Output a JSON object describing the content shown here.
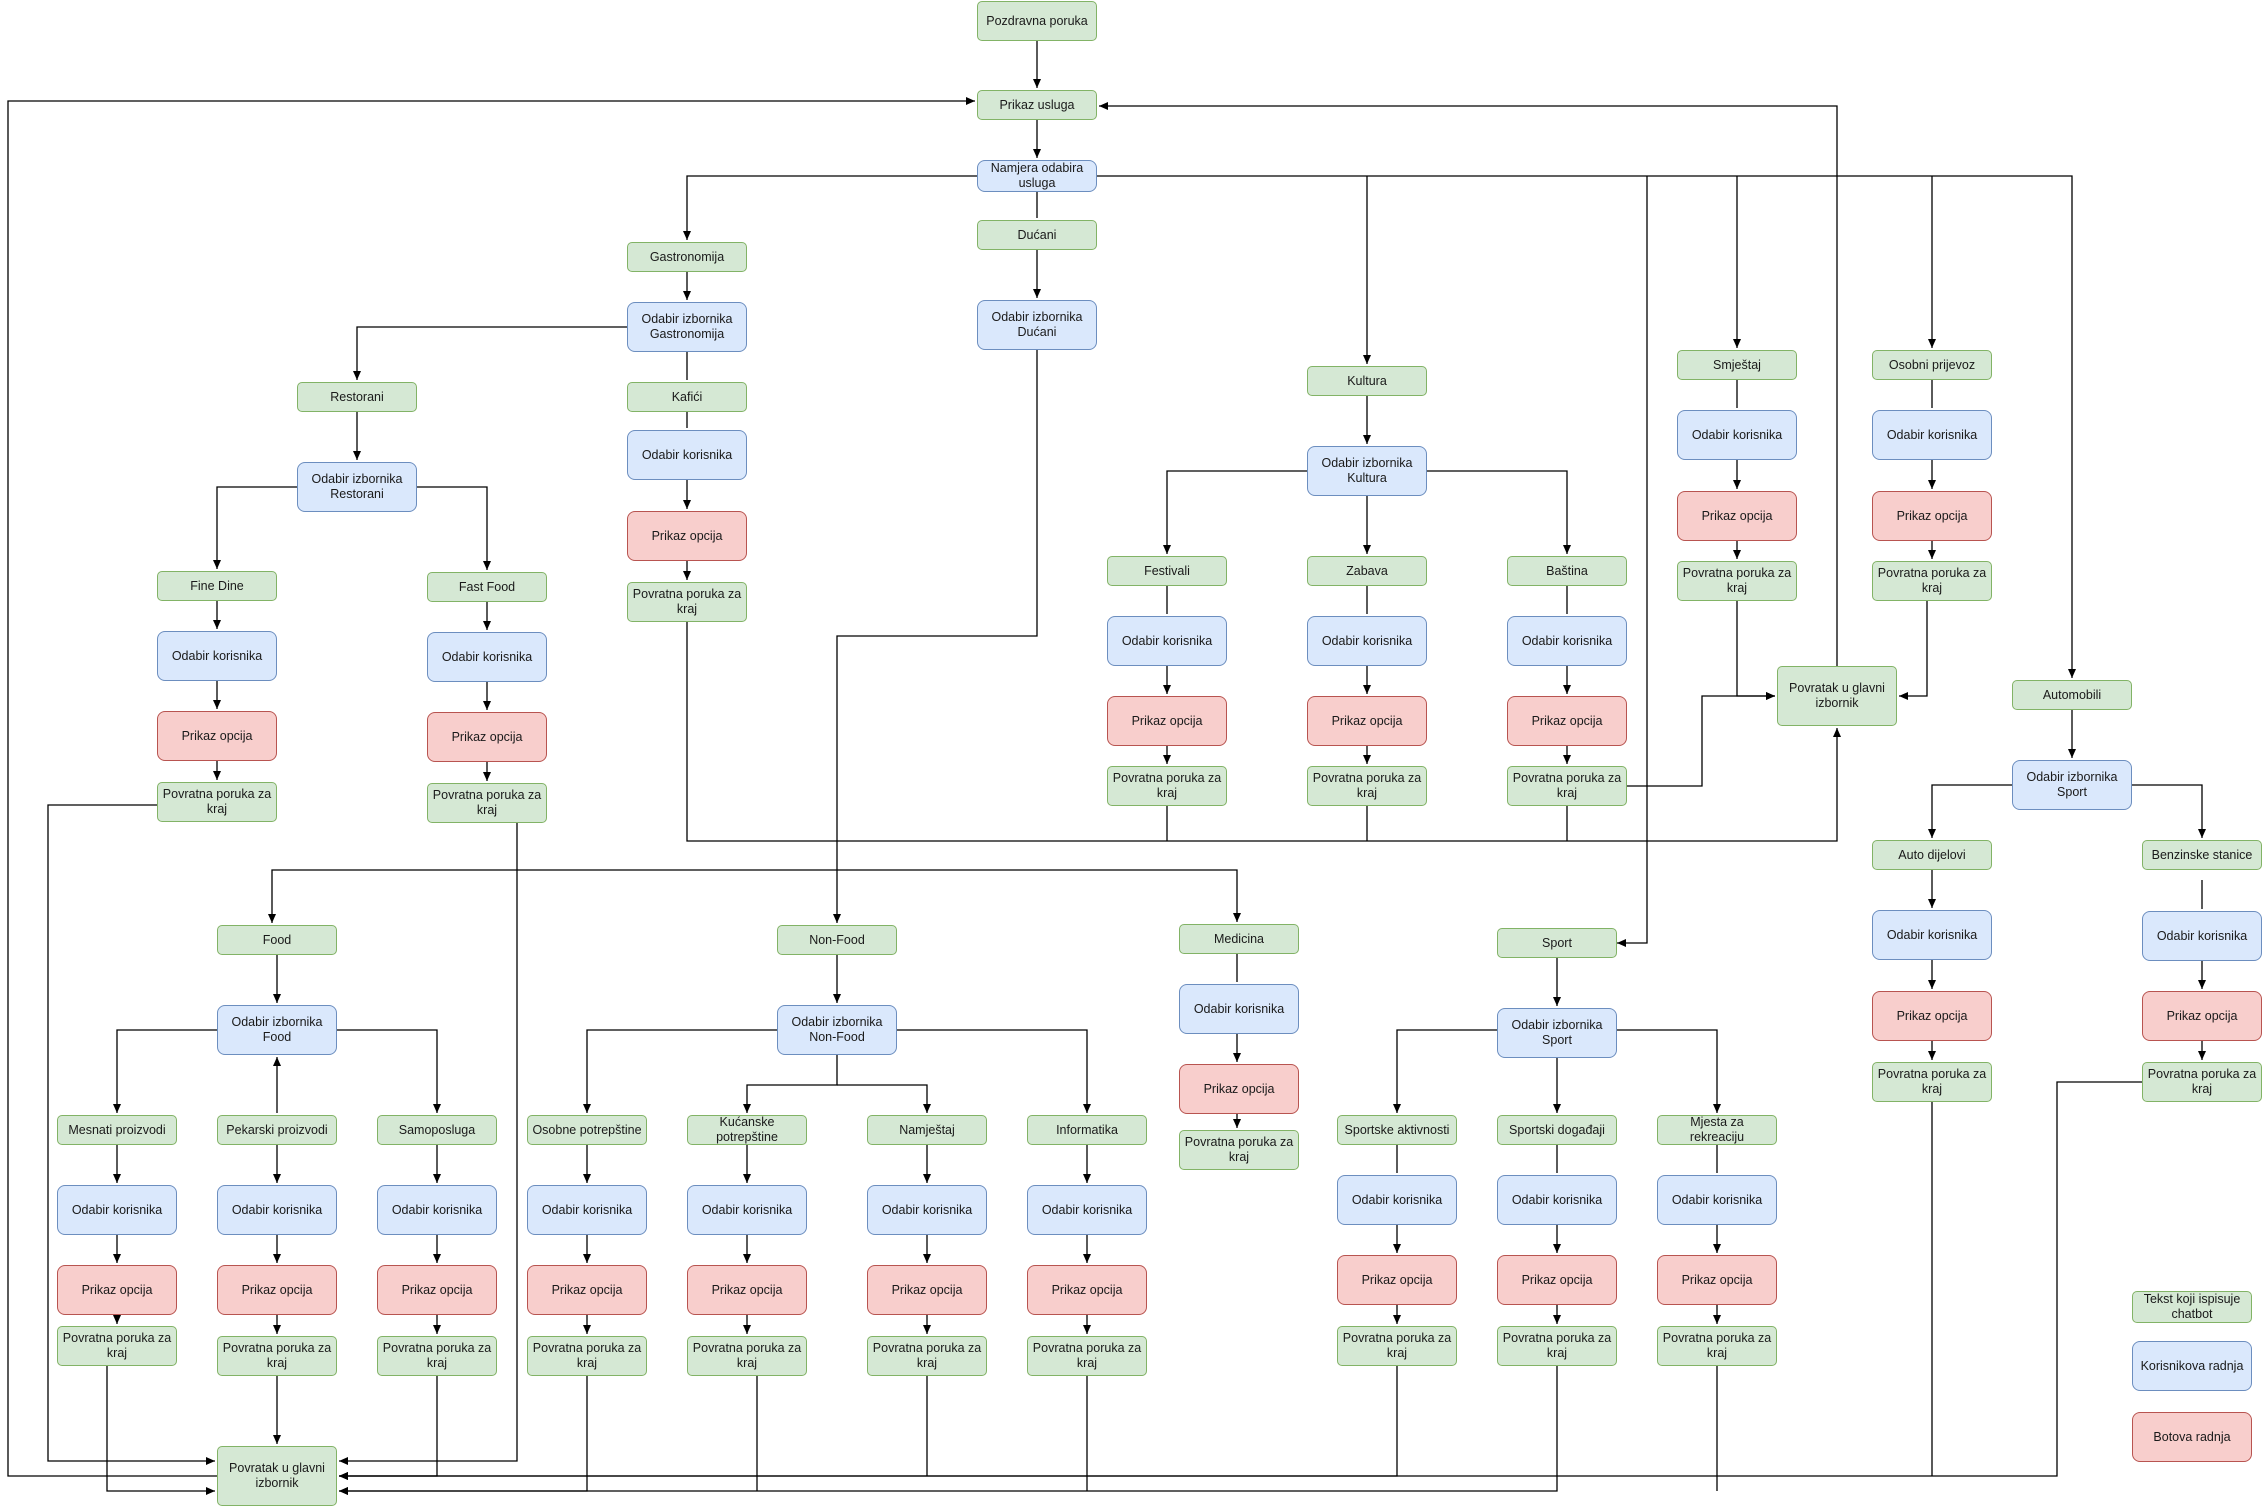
{
  "diagram": {
    "legend": {
      "text": "Tekst koji ispisuje chatbot",
      "user": "Korisnikova radnja",
      "bot": "Botova radnja"
    },
    "nodes": [
      {
        "id": "pozdrav",
        "text": "Pozdravna poruka",
        "kind": "text"
      },
      {
        "id": "prikaz_usluga",
        "text": "Prikaz usluga",
        "kind": "text"
      },
      {
        "id": "namjera",
        "text": "Namjera odabira usluga",
        "kind": "user"
      },
      {
        "id": "ducani",
        "text": "Dućani",
        "kind": "text"
      },
      {
        "id": "odabir_ducani",
        "text": "Odabir izbornika Dućani",
        "kind": "user"
      },
      {
        "id": "gastronomija",
        "text": "Gastronomija",
        "kind": "text"
      },
      {
        "id": "odabir_gastro",
        "text": "Odabir izbornika Gastronomija",
        "kind": "user"
      },
      {
        "id": "restorani",
        "text": "Restorani",
        "kind": "text"
      },
      {
        "id": "odabir_rest",
        "text": "Odabir izbornika Restorani",
        "kind": "user"
      },
      {
        "id": "kafici",
        "text": "Kafići",
        "kind": "text"
      },
      {
        "id": "kaf_ok",
        "text": "Odabir korisnika",
        "kind": "user"
      },
      {
        "id": "kaf_po",
        "text": "Prikaz opcija",
        "kind": "bot"
      },
      {
        "id": "kaf_pp",
        "text": "Povratna poruka za kraj",
        "kind": "text"
      },
      {
        "id": "finedine",
        "text": "Fine Dine",
        "kind": "text"
      },
      {
        "id": "fd_ok",
        "text": "Odabir korisnika",
        "kind": "user"
      },
      {
        "id": "fd_po",
        "text": "Prikaz opcija",
        "kind": "bot"
      },
      {
        "id": "fd_pp",
        "text": "Povratna poruka za kraj",
        "kind": "text"
      },
      {
        "id": "fastfood",
        "text": "Fast Food",
        "kind": "text"
      },
      {
        "id": "ff_ok",
        "text": "Odabir korisnika",
        "kind": "user"
      },
      {
        "id": "ff_po",
        "text": "Prikaz opcija",
        "kind": "bot"
      },
      {
        "id": "ff_pp",
        "text": "Povratna poruka za kraj",
        "kind": "text"
      },
      {
        "id": "kultura",
        "text": "Kultura",
        "kind": "text"
      },
      {
        "id": "odabir_kult",
        "text": "Odabir izbornika Kultura",
        "kind": "user"
      },
      {
        "id": "festivali",
        "text": "Festivali",
        "kind": "text"
      },
      {
        "id": "fe_ok",
        "text": "Odabir korisnika",
        "kind": "user"
      },
      {
        "id": "fe_po",
        "text": "Prikaz opcija",
        "kind": "bot"
      },
      {
        "id": "fe_pp",
        "text": "Povratna poruka za kraj",
        "kind": "text"
      },
      {
        "id": "zabava",
        "text": "Zabava",
        "kind": "text"
      },
      {
        "id": "za_ok",
        "text": "Odabir korisnika",
        "kind": "user"
      },
      {
        "id": "za_po",
        "text": "Prikaz opcija",
        "kind": "bot"
      },
      {
        "id": "za_pp",
        "text": "Povratna poruka za kraj",
        "kind": "text"
      },
      {
        "id": "bastina",
        "text": "Baština",
        "kind": "text"
      },
      {
        "id": "ba_ok",
        "text": "Odabir korisnika",
        "kind": "user"
      },
      {
        "id": "ba_po",
        "text": "Prikaz opcija",
        "kind": "bot"
      },
      {
        "id": "ba_pp",
        "text": "Povratna poruka za kraj",
        "kind": "text"
      },
      {
        "id": "smjestaj",
        "text": "Smještaj",
        "kind": "text"
      },
      {
        "id": "sm_ok",
        "text": "Odabir korisnika",
        "kind": "user"
      },
      {
        "id": "sm_po",
        "text": "Prikaz opcija",
        "kind": "bot"
      },
      {
        "id": "sm_pp",
        "text": "Povratna poruka za kraj",
        "kind": "text"
      },
      {
        "id": "prijevoz",
        "text": "Osobni prijevoz",
        "kind": "text"
      },
      {
        "id": "op_ok",
        "text": "Odabir korisnika",
        "kind": "user"
      },
      {
        "id": "op_po",
        "text": "Prikaz opcija",
        "kind": "bot"
      },
      {
        "id": "op_pp",
        "text": "Povratna poruka za kraj",
        "kind": "text"
      },
      {
        "id": "povratak_top",
        "text": "Povratak u glavni izbornik",
        "kind": "text"
      },
      {
        "id": "automobili",
        "text": "Automobili",
        "kind": "text"
      },
      {
        "id": "odabir_auto",
        "text": "Odabir izbornika Sport",
        "kind": "user"
      },
      {
        "id": "autodijelovi",
        "text": "Auto dijelovi",
        "kind": "text"
      },
      {
        "id": "ad_ok",
        "text": "Odabir korisnika",
        "kind": "user"
      },
      {
        "id": "ad_po",
        "text": "Prikaz opcija",
        "kind": "bot"
      },
      {
        "id": "ad_pp",
        "text": "Povratna poruka za kraj",
        "kind": "text"
      },
      {
        "id": "benzinske",
        "text": "Benzinske stanice",
        "kind": "text"
      },
      {
        "id": "bs_ok",
        "text": "Odabir korisnika",
        "kind": "user"
      },
      {
        "id": "bs_po",
        "text": "Prikaz opcija",
        "kind": "bot"
      },
      {
        "id": "bs_pp",
        "text": "Povratna poruka za kraj",
        "kind": "text"
      },
      {
        "id": "food",
        "text": "Food",
        "kind": "text"
      },
      {
        "id": "odabir_food",
        "text": "Odabir izbornika Food",
        "kind": "user"
      },
      {
        "id": "mesnati",
        "text": "Mesnati proizvodi",
        "kind": "text"
      },
      {
        "id": "me_ok",
        "text": "Odabir korisnika",
        "kind": "user"
      },
      {
        "id": "me_po",
        "text": "Prikaz opcija",
        "kind": "bot"
      },
      {
        "id": "me_pp",
        "text": "Povratna poruka za kraj",
        "kind": "text"
      },
      {
        "id": "pekarski",
        "text": "Pekarski proizvodi",
        "kind": "text"
      },
      {
        "id": "pe_ok",
        "text": "Odabir korisnika",
        "kind": "user"
      },
      {
        "id": "pe_po",
        "text": "Prikaz opcija",
        "kind": "bot"
      },
      {
        "id": "pe_pp",
        "text": "Povratna poruka za kraj",
        "kind": "text"
      },
      {
        "id": "samoposluga",
        "text": "Samoposluga",
        "kind": "text"
      },
      {
        "id": "sa_ok",
        "text": "Odabir korisnika",
        "kind": "user"
      },
      {
        "id": "sa_po",
        "text": "Prikaz opcija",
        "kind": "bot"
      },
      {
        "id": "sa_pp",
        "text": "Povratna poruka za kraj",
        "kind": "text"
      },
      {
        "id": "nonfood",
        "text": "Non-Food",
        "kind": "text"
      },
      {
        "id": "odabir_nonfood",
        "text": "Odabir izbornika Non-Food",
        "kind": "user"
      },
      {
        "id": "osobne",
        "text": "Osobne potrepštine",
        "kind": "text"
      },
      {
        "id": "os_ok",
        "text": "Odabir korisnika",
        "kind": "user"
      },
      {
        "id": "os_po",
        "text": "Prikaz opcija",
        "kind": "bot"
      },
      {
        "id": "os_pp",
        "text": "Povratna poruka za kraj",
        "kind": "text"
      },
      {
        "id": "kucanske",
        "text": "Kućanske potrepštine",
        "kind": "text"
      },
      {
        "id": "ku_ok",
        "text": "Odabir korisnika",
        "kind": "user"
      },
      {
        "id": "ku_po",
        "text": "Prikaz opcija",
        "kind": "bot"
      },
      {
        "id": "ku_pp",
        "text": "Povratna poruka za kraj",
        "kind": "text"
      },
      {
        "id": "namjestaj",
        "text": "Namještaj",
        "kind": "text"
      },
      {
        "id": "na_ok",
        "text": "Odabir korisnika",
        "kind": "user"
      },
      {
        "id": "na_po",
        "text": "Prikaz opcija",
        "kind": "bot"
      },
      {
        "id": "na_pp",
        "text": "Povratna poruka za kraj",
        "kind": "text"
      },
      {
        "id": "informatika",
        "text": "Informatika",
        "kind": "text"
      },
      {
        "id": "in_ok",
        "text": "Odabir korisnika",
        "kind": "user"
      },
      {
        "id": "in_po",
        "text": "Prikaz opcija",
        "kind": "bot"
      },
      {
        "id": "in_pp",
        "text": "Povratna poruka za kraj",
        "kind": "text"
      },
      {
        "id": "medicina",
        "text": "Medicina",
        "kind": "text"
      },
      {
        "id": "mc_ok",
        "text": "Odabir korisnika",
        "kind": "user"
      },
      {
        "id": "mc_po",
        "text": "Prikaz opcija",
        "kind": "bot"
      },
      {
        "id": "mc_pp",
        "text": "Povratna poruka za kraj",
        "kind": "text"
      },
      {
        "id": "sport",
        "text": "Sport",
        "kind": "text"
      },
      {
        "id": "odabir_sport",
        "text": "Odabir izbornika Sport",
        "kind": "user"
      },
      {
        "id": "sportske",
        "text": "Sportske aktivnosti",
        "kind": "text"
      },
      {
        "id": "sa2_ok",
        "text": "Odabir korisnika",
        "kind": "user"
      },
      {
        "id": "sa2_po",
        "text": "Prikaz opcija",
        "kind": "bot"
      },
      {
        "id": "sa2_pp",
        "text": "Povratna poruka za kraj",
        "kind": "text"
      },
      {
        "id": "dogadaji",
        "text": "Sportski događaji",
        "kind": "text"
      },
      {
        "id": "sd_ok",
        "text": "Odabir korisnika",
        "kind": "user"
      },
      {
        "id": "sd_po",
        "text": "Prikaz opcija",
        "kind": "bot"
      },
      {
        "id": "sd_pp",
        "text": "Povratna poruka za kraj",
        "kind": "text"
      },
      {
        "id": "rekreacija",
        "text": "Mjesta za rekreaciju",
        "kind": "text"
      },
      {
        "id": "mr_ok",
        "text": "Odabir korisnika",
        "kind": "user"
      },
      {
        "id": "mr_po",
        "text": "Prikaz opcija",
        "kind": "bot"
      },
      {
        "id": "mr_pp",
        "text": "Povratna poruka za kraj",
        "kind": "text"
      },
      {
        "id": "povratak_bottom",
        "text": "Povratak u glavni izbornik",
        "kind": "text"
      }
    ]
  }
}
